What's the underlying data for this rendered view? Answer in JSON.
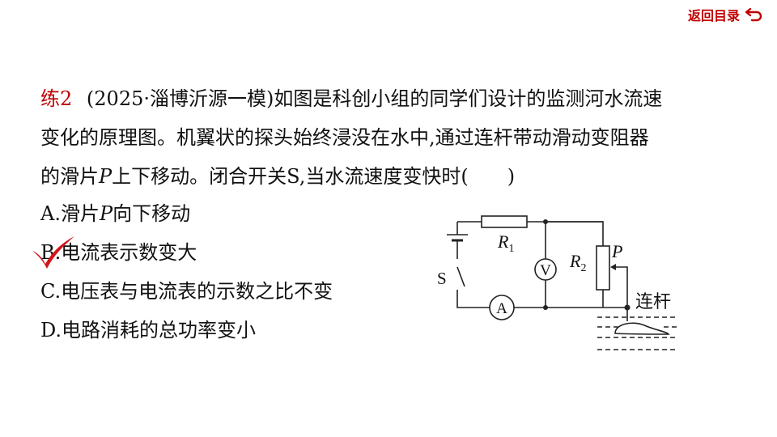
{
  "nav": {
    "back_label": "返回目录",
    "back_icon": "return-arrow-icon",
    "accent_color": "#c00000"
  },
  "question": {
    "label": "练2",
    "text_line1": "(2025·淄博沂源一模)如图是科创小组的同学们设计的监测河水流速",
    "text_line2": "变化的原理图。机翼状的探头始终浸没在水中,通过连杆带动滑动变阻器",
    "text_line3_a": "的滑片",
    "text_line3_var": "P",
    "text_line3_b": "上下移动。闭合开关S,当水流速度变快时(　　)"
  },
  "options": {
    "a_prefix": "A.滑片",
    "a_var": "P",
    "a_suffix": "向下移动",
    "b": "B.电流表示数变大",
    "c": "C.电压表与电流表的示数之比不变",
    "d": "D.电路消耗的总功率变小",
    "answer_mark": "check-mark-icon"
  },
  "circuit": {
    "r1_main": "R",
    "r1_sub": "1",
    "r2_main": "R",
    "r2_sub": "2",
    "slider": "P",
    "switch": "S",
    "voltmeter": "V",
    "ammeter": "A",
    "rod": "连杆"
  }
}
